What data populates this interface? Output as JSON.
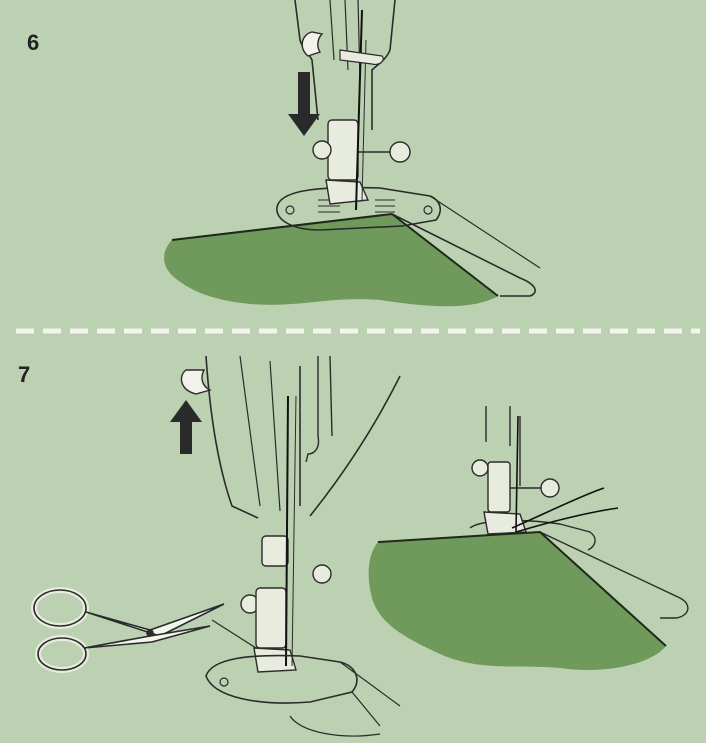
{
  "steps": [
    {
      "number": "6",
      "illustration": "presser-foot-lever-lowered",
      "arrow": "down-arrow-icon"
    },
    {
      "number": "7",
      "illustration": "presser-foot-lever-raised-and-thread-cut",
      "arrow": "up-arrow-icon",
      "tool": "scissors-icon"
    }
  ],
  "colors": {
    "background": "#bcd1b1",
    "fabric": "#6f9a5c",
    "fabric_edge": "#1d2a1a",
    "machine_line": "#2b2b2b",
    "divider": "#f4f4ee",
    "arrow": "#2a2a2a"
  }
}
